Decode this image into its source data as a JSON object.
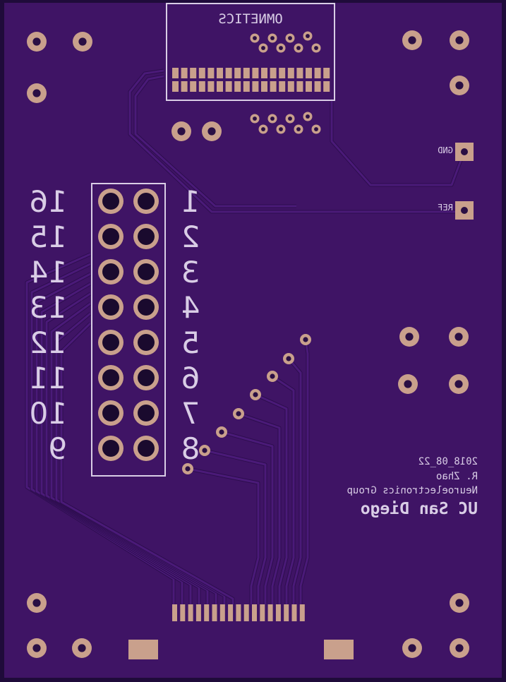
{
  "board": {
    "colors": {
      "substrate": "#3f1465",
      "edge": "#1f0b3a",
      "trace": "#4a1a78",
      "trace_edge": "#2d0d4e",
      "pad_copper": "#c9a08c",
      "pad_hole": "#2a0f44",
      "silkscreen": "#d9cde6"
    },
    "connector_label": "OMNETICS",
    "labels": {
      "gnd": "GND",
      "ref": "REF"
    },
    "header": {
      "left_pin_numbers": [
        "16",
        "15",
        "14",
        "13",
        "12",
        "11",
        "10",
        "9"
      ],
      "right_pin_numbers": [
        "1",
        "2",
        "3",
        "4",
        "5",
        "6",
        "7",
        "8"
      ]
    },
    "credits": {
      "institution": "UC San Diego",
      "group": "Neuroelectronics Group",
      "author": "R. Zhao",
      "date": "2018_08_22"
    }
  }
}
